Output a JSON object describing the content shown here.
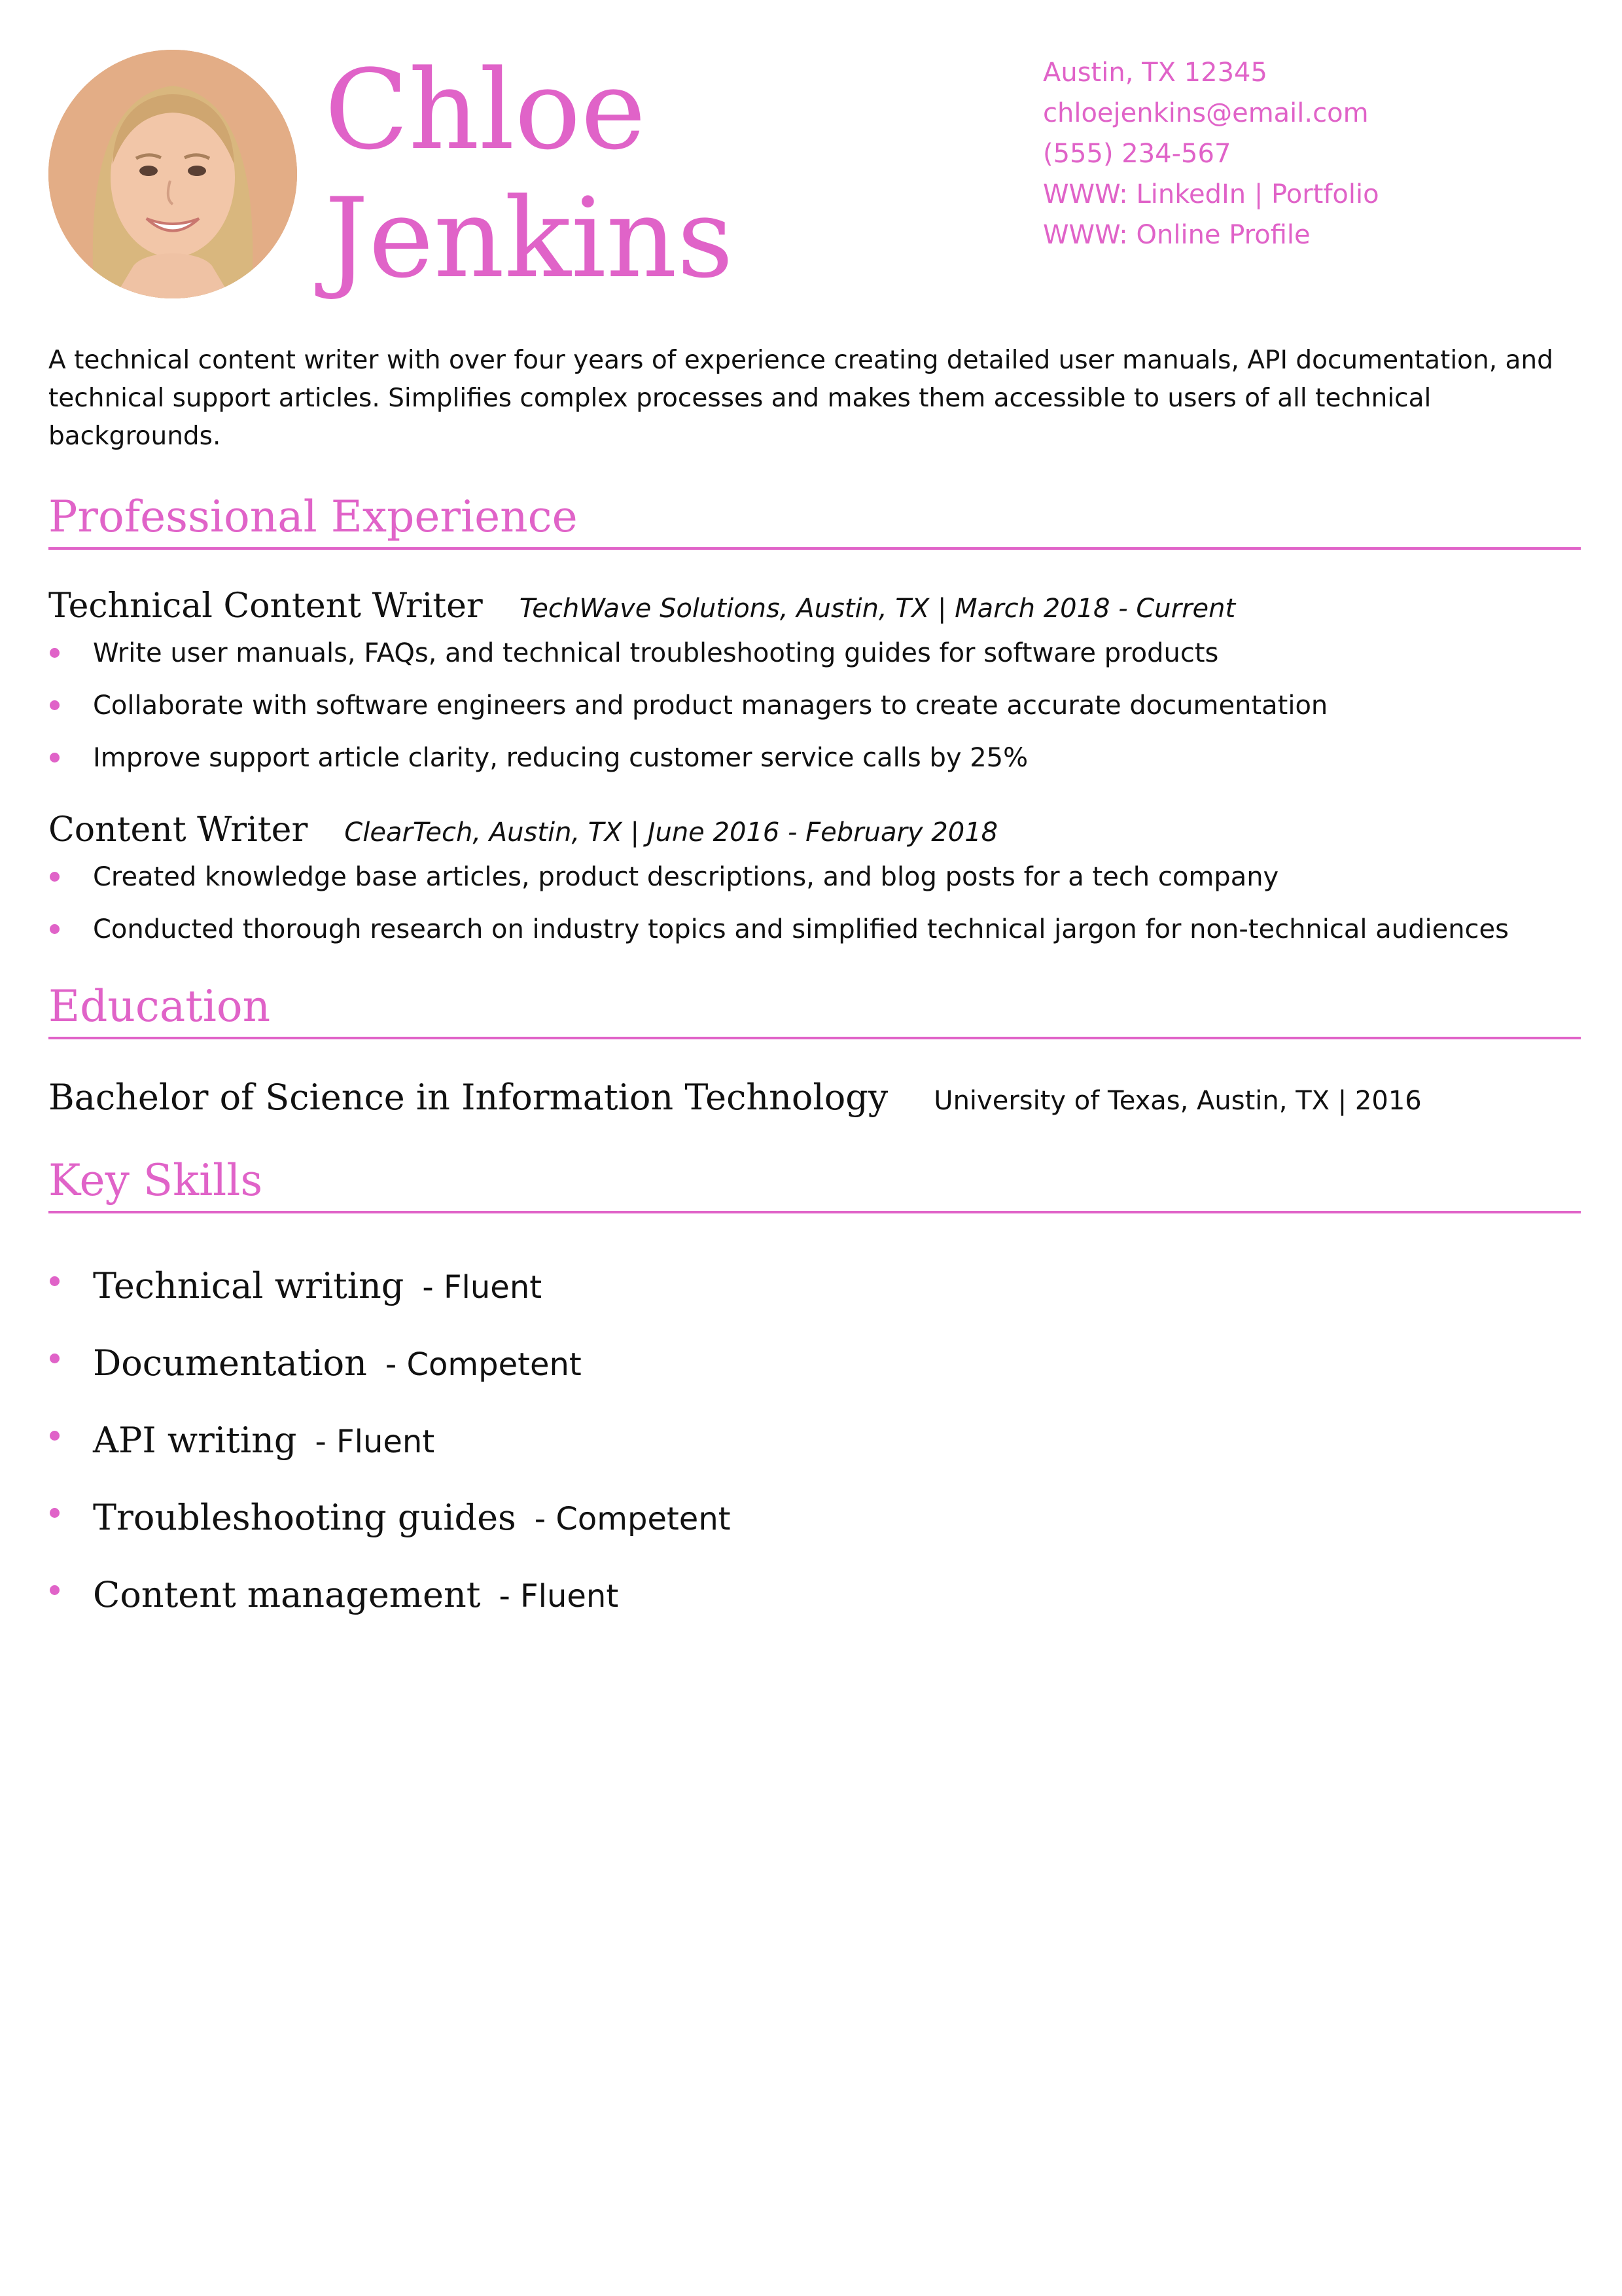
{
  "header": {
    "first_name": "Chloe",
    "last_name": "Jenkins",
    "contact": {
      "location": "Austin, TX 12345",
      "email": "chloejenkins@email.com",
      "phone": "(555) 234-567",
      "links": "WWW: LinkedIn | Portfolio",
      "profile": "WWW: Online Profile"
    }
  },
  "summary": "A technical content writer with over four years of experience creating detailed user manuals, API documentation, and technical support articles. Simplifies complex processes and makes them accessible to users of all technical backgrounds.",
  "experience": {
    "title": "Professional Experience",
    "jobs": [
      {
        "role": "Technical Content Writer",
        "company": "TechWave Solutions",
        "details": ", Austin, TX | March 2018 - Current",
        "bullets": [
          "Write user manuals, FAQs, and technical troubleshooting guides for software products",
          "Collaborate with software engineers and product managers to create accurate documentation",
          "Improve support article clarity, reducing customer service calls by 25%"
        ]
      },
      {
        "role": "Content Writer",
        "company": "ClearTech",
        "details": ", Austin, TX | June 2016 - February 2018",
        "bullets": [
          "Created knowledge base articles, product descriptions, and blog posts for a tech company",
          "Conducted thorough research on industry topics and simplified technical jargon for non-technical audiences"
        ]
      }
    ]
  },
  "education": {
    "title": "Education",
    "degree": "Bachelor of Science in Information Technology",
    "school": "University of Texas, Austin, TX | 2016"
  },
  "skills": {
    "title": "Key Skills",
    "items": [
      {
        "name": "Technical writing",
        "level": "- Fluent"
      },
      {
        "name": "Documentation",
        "level": "- Competent"
      },
      {
        "name": "API writing",
        "level": "- Fluent"
      },
      {
        "name": "Troubleshooting guides",
        "level": "- Competent"
      },
      {
        "name": "Content management",
        "level": "- Fluent"
      }
    ]
  },
  "colors": {
    "accent": "#e063c8",
    "text": "#111111"
  }
}
